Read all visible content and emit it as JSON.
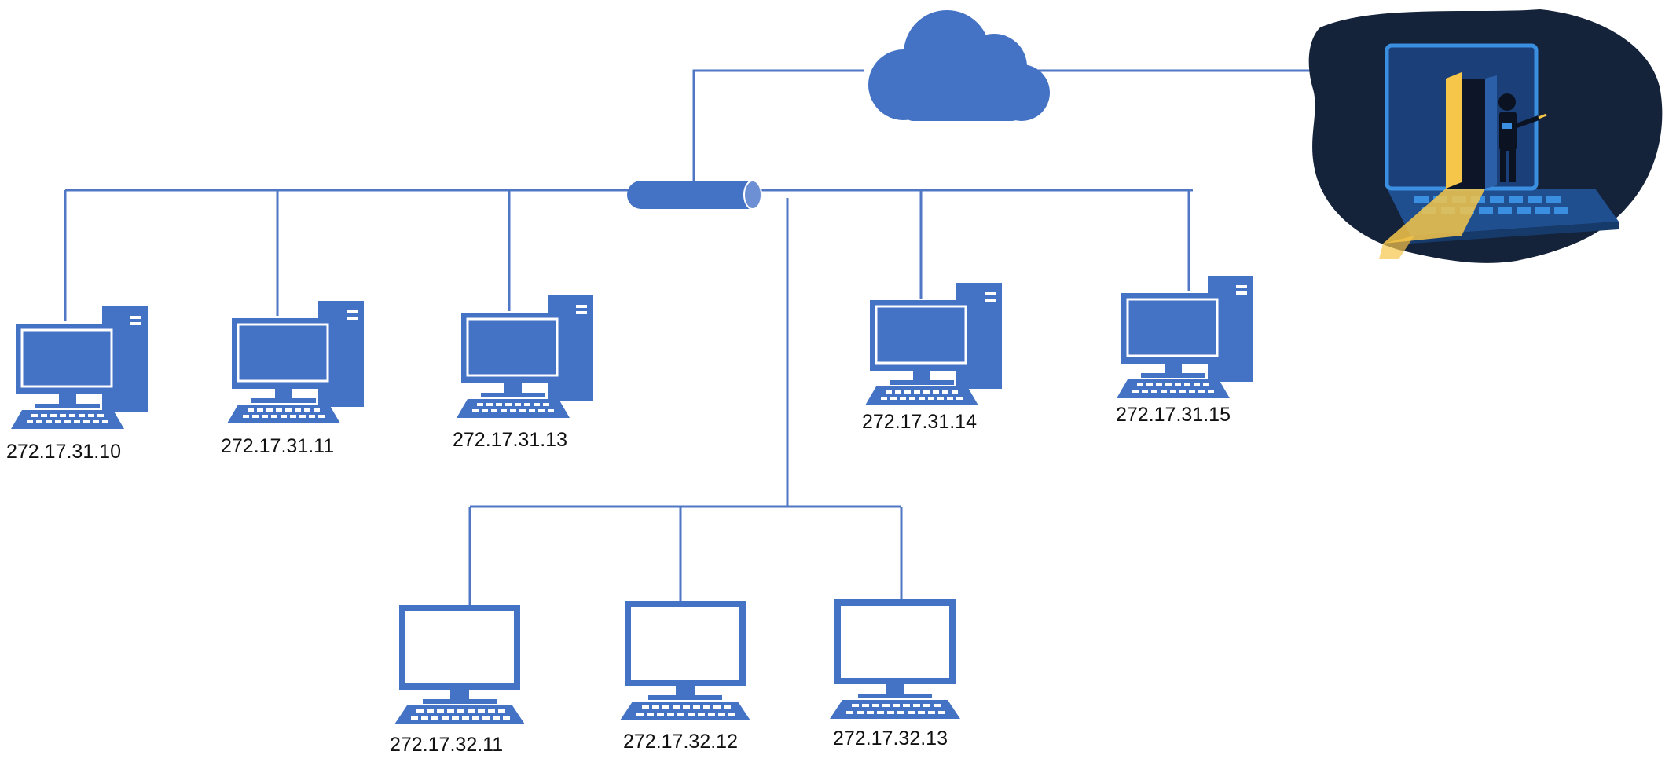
{
  "colors": {
    "line": "#4f77c4",
    "device_fill": "#4472c4",
    "device_outline": "#3a63ad",
    "screen_light": "#ffffff",
    "intruder_bg": "#14223a",
    "intruder_accent": "#f6c64a",
    "intruder_blue": "#3a8fe0"
  },
  "icons": {
    "cloud": "cloud-icon",
    "switch": "network-switch-icon",
    "desktop": "desktop-computer-icon",
    "terminal": "terminal-computer-icon",
    "intruder": "hacker-intruder-illustration"
  },
  "network": {
    "segment_1": {
      "hosts": [
        {
          "ip": "272.17.31.10"
        },
        {
          "ip": "272.17.31.11"
        },
        {
          "ip": "272.17.31.13"
        },
        {
          "ip": "272.17.31.14"
        },
        {
          "ip": "272.17.31.15"
        }
      ]
    },
    "segment_2": {
      "hosts": [
        {
          "ip": "272.17.32.11"
        },
        {
          "ip": "272.17.32.12"
        },
        {
          "ip": "272.17.32.13"
        }
      ]
    }
  }
}
